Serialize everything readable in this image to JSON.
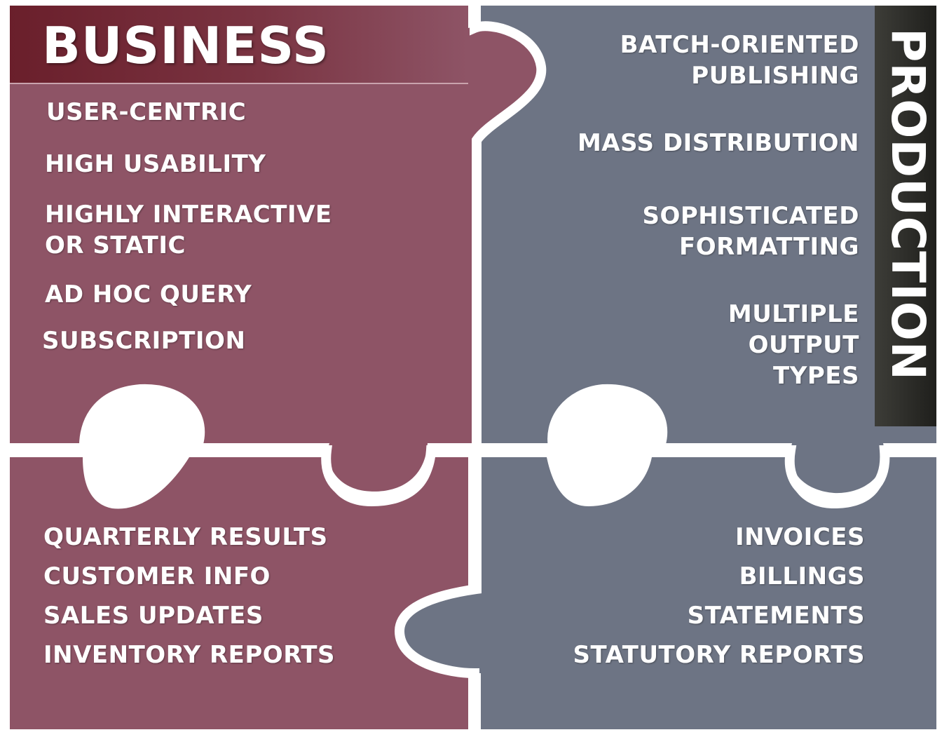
{
  "colors": {
    "business": "#8e5466",
    "business_dark": "#6a1f2b",
    "production": "#6d7484",
    "production_dark": "#2e2e2a",
    "gap": "#ffffff"
  },
  "business": {
    "title": "BUSINESS",
    "traits": [
      "USER-CENTRIC",
      "HIGH USABILITY",
      "HIGHLY INTERACTIVE\nOR STATIC",
      "AD HOC QUERY",
      "SUBSCRIPTION"
    ],
    "examples": [
      "QUARTERLY RESULTS",
      "CUSTOMER INFO",
      "SALES UPDATES",
      "INVENTORY REPORTS"
    ]
  },
  "production": {
    "title": "PRODUCTION",
    "traits": [
      "BATCH-ORIENTED\nPUBLISHING",
      "MASS DISTRIBUTION",
      "SOPHISTICATED\nFORMATTING",
      "MULTIPLE\nOUTPUT\nTYPES"
    ],
    "examples": [
      "INVOICES",
      "BILLINGS",
      "STATEMENTS",
      "STATUTORY REPORTS"
    ]
  }
}
